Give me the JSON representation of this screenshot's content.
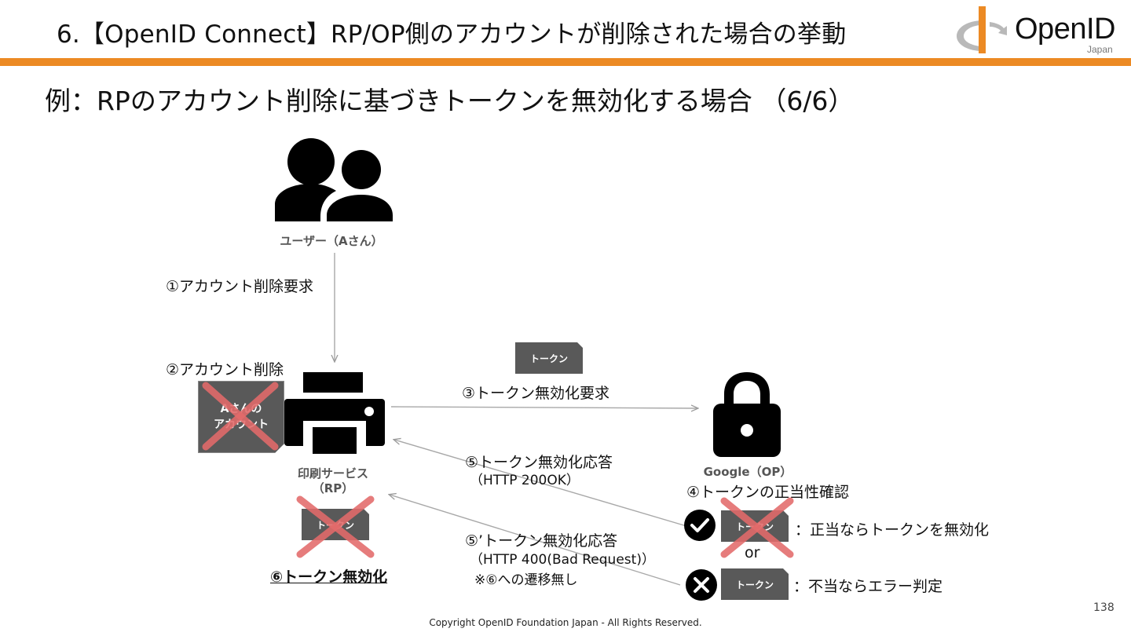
{
  "header": {
    "title": "6.【OpenID Connect】RP/OP側のアカウントが削除された場合の挙動",
    "logo_text": "OpenID",
    "logo_sub": "Japan",
    "accent_color": "#ec8a24"
  },
  "subtitle": "例：RPのアカウント削除に基づきトークンを無効化する場合 （6/6）",
  "nodes": {
    "user_label": "ユーザー（Aさん）",
    "rp_label_1": "印刷サービス",
    "rp_label_2": "（RP）",
    "op_label": "Google（OP）"
  },
  "steps": {
    "s1": "①アカウント削除要求",
    "s2": "②アカウント削除",
    "s3": "③トークン無効化要求",
    "s4": "④トークンの正当性確認",
    "s5_1": "⑤トークン無効化応答",
    "s5_2": "（HTTP 200OK）",
    "s5p_1": "⑤’トークン無効化応答",
    "s5p_2": "（HTTP 400(Bad Request)）",
    "s5p_3": "※⑥への遷移無し",
    "s6": "⑥トークン無効化"
  },
  "tokens": {
    "token_label": "トークン",
    "account_line1": "Aさんの",
    "account_line2": "アカウント"
  },
  "results": {
    "valid": "：正当ならトークンを無効化",
    "or": "or",
    "invalid": "：不当ならエラー判定"
  },
  "footer": {
    "copyright": "Copyright OpenID Foundation Japan - All Rights Reserved.",
    "page": "138"
  },
  "icons": [
    "users-icon",
    "printer-icon",
    "lock-icon",
    "check-icon",
    "x-circle-icon",
    "cross-mark-icon"
  ]
}
